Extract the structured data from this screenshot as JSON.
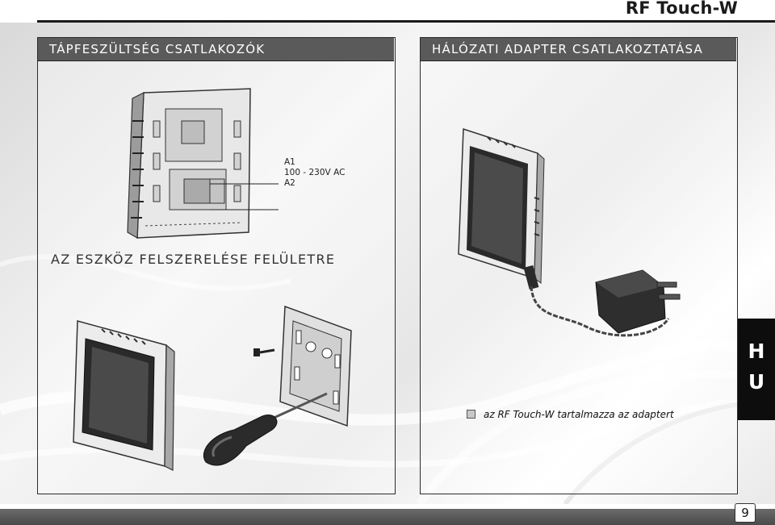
{
  "header": {
    "title": "RF Touch-W"
  },
  "panels": {
    "power": {
      "title": "TÁPFESZÜLTSÉG CSATLAKOZÓK"
    },
    "adapter": {
      "title": "HÁLÓZATI ADAPTER CSATLAKOZTATÁSA"
    },
    "mounting": {
      "title": "AZ ESZKÖZ FELSZERELÉSE FELÜLETRE"
    }
  },
  "annotation": {
    "a1": "A1",
    "voltage": "100 - 230V AC",
    "a2": "A2"
  },
  "language_tab": {
    "line1": "H",
    "line2": "U"
  },
  "note": {
    "text": "az RF Touch-W tartalmazza az adaptert"
  },
  "footer": {
    "page_number": "9"
  }
}
